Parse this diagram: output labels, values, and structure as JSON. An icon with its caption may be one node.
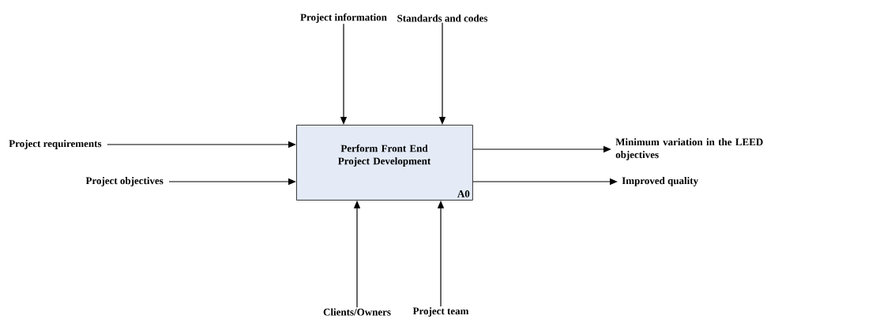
{
  "diagram": {
    "nodes": [
      {
        "text": [
          "Perform Front End Project Development",
          "A0"
        ]
      },
      {
        "text": [
          "Project information"
        ]
      },
      {
        "text": [
          "Standards and codes"
        ]
      },
      {
        "text": [
          "Project requirements"
        ]
      },
      {
        "text": [
          "Project objectives"
        ]
      },
      {
        "text": [
          "Minimum variation in the LEED objectives"
        ]
      },
      {
        "text": [
          "Improved quality"
        ]
      },
      {
        "text": [
          "Clients/Owners"
        ]
      },
      {
        "text": [
          "Project team"
        ]
      }
    ],
    "edges": [
      {
        "from": 1,
        "to": 0,
        "arrow": "to"
      },
      {
        "from": 2,
        "to": 0,
        "arrow": "to"
      },
      {
        "from": 3,
        "to": 0,
        "arrow": "to"
      },
      {
        "from": 4,
        "to": 0,
        "arrow": "to"
      },
      {
        "from": 0,
        "to": 5,
        "arrow": "to"
      },
      {
        "from": 0,
        "to": 6,
        "arrow": "to"
      },
      {
        "from": 7,
        "to": 0,
        "arrow": "to"
      },
      {
        "from": 8,
        "to": 0,
        "arrow": "to"
      }
    ]
  }
}
